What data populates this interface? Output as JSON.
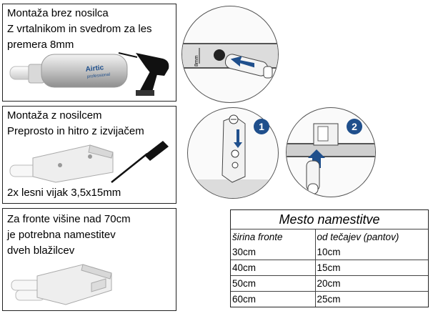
{
  "panel1": {
    "lines": [
      "Montaža brez nosilca",
      "Z vrtalnikom in svedrom za les",
      "premera 8mm"
    ],
    "product_brand": "Airtic",
    "product_sub": "professional",
    "dimension_label": "8mm"
  },
  "panel2": {
    "lines": [
      "Montaža z nosilcem",
      "Preprosto in hitro z izvijačem"
    ],
    "screws": "2x lesni vijak 3,5x15mm",
    "step1": "1",
    "step2": "2"
  },
  "panel3": {
    "lines": [
      "Za fronte višine nad 70cm",
      "je potrebna namestitev",
      "dveh blažilcev"
    ]
  },
  "table": {
    "title": "Mesto namestitve",
    "headers": [
      "širina fronte",
      "od tečajev (pantov)"
    ],
    "rows": [
      [
        "30cm",
        "10cm"
      ],
      [
        "40cm",
        "15cm"
      ],
      [
        "50cm",
        "20cm"
      ],
      [
        "60cm",
        "25cm"
      ]
    ]
  },
  "colors": {
    "step_badge": "#1f4f8c",
    "arrow": "#1f4f8c",
    "wood_panel": "#d9d9d9"
  }
}
